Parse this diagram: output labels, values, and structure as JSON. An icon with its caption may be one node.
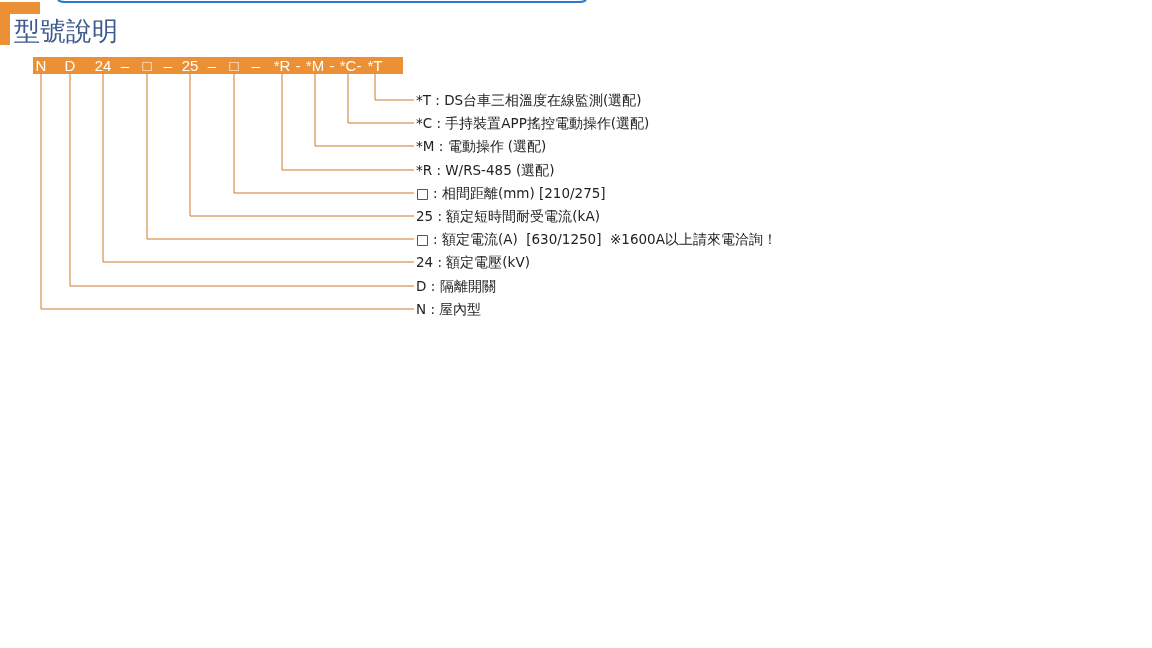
{
  "diagram": {
    "title": "型號說明",
    "nodes": [
      {
        "text": [],
        "shape": "bar"
      },
      {
        "text": [
          "N"
        ],
        "in": 0
      },
      {
        "text": [
          "D"
        ],
        "in": 0
      },
      {
        "text": [
          "24"
        ],
        "in": 0
      },
      {
        "text": [
          "□"
        ],
        "in": 0
      },
      {
        "text": [
          "25"
        ],
        "in": 0
      },
      {
        "text": [
          "□"
        ],
        "in": 0
      },
      {
        "text": [
          "*R"
        ],
        "in": 0
      },
      {
        "text": [
          "*M"
        ],
        "in": 0
      },
      {
        "text": [
          "*C"
        ],
        "in": 0
      },
      {
        "text": [
          "*T"
        ],
        "in": 0
      },
      {
        "text": [
          "*T : DS台車三相溫度在線監測(選配)"
        ]
      },
      {
        "text": [
          "*C : 手持裝置APP搖控電動操作(選配)"
        ]
      },
      {
        "text": [
          "*M : 電動操作 (選配)"
        ]
      },
      {
        "text": [
          "*R : W/RS-485 (選配)"
        ]
      },
      {
        "text": [
          "□ : 相間距離(mm) [210/275]"
        ]
      },
      {
        "text": [
          "25 : 額定短時間耐受電流(kA)"
        ]
      },
      {
        "text": [
          "□ : 額定電流(A)  [630/1250]  ※1600A以上請來電洽詢！"
        ]
      },
      {
        "text": [
          "24 : 額定電壓(kV)"
        ]
      },
      {
        "text": [
          "D : 隔離開關"
        ]
      },
      {
        "text": [
          "N : 屋內型"
        ]
      }
    ],
    "edges": [
      {
        "from": 10,
        "to": 11,
        "arrow": "none"
      },
      {
        "from": 9,
        "to": 12,
        "arrow": "none"
      },
      {
        "from": 8,
        "to": 13,
        "arrow": "none"
      },
      {
        "from": 7,
        "to": 14,
        "arrow": "none"
      },
      {
        "from": 6,
        "to": 15,
        "arrow": "none"
      },
      {
        "from": 5,
        "to": 16,
        "arrow": "none"
      },
      {
        "from": 4,
        "to": 17,
        "arrow": "none"
      },
      {
        "from": 3,
        "to": 18,
        "arrow": "none"
      },
      {
        "from": 2,
        "to": 19,
        "arrow": "none"
      },
      {
        "from": 1,
        "to": 20,
        "arrow": "none"
      }
    ],
    "labels": [
      "–",
      "–",
      "–",
      "–",
      "-",
      "-",
      "-"
    ]
  }
}
